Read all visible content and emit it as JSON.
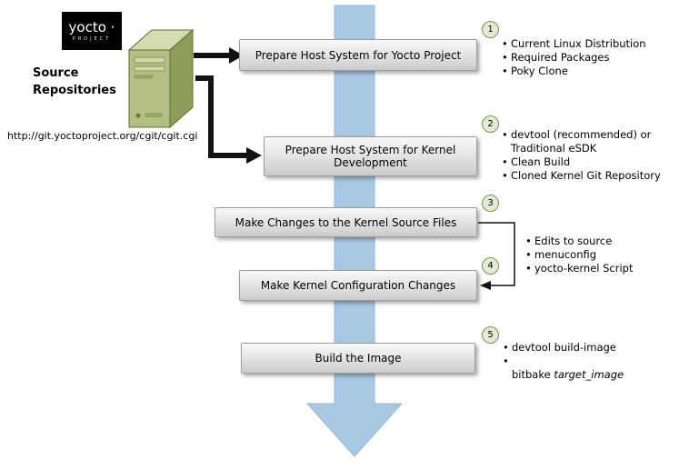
{
  "logo": {
    "brand": "yocto ·",
    "sub": "PROJECT"
  },
  "source": {
    "title": "Source Repositories",
    "url": "http://git.yoctoproject.org/cgit/cgit.cgi"
  },
  "steps": [
    {
      "num": "1",
      "box": "Prepare Host System for Yocto Project",
      "bullets": [
        "Current Linux Distribution",
        "Required Packages",
        "Poky Clone"
      ]
    },
    {
      "num": "2",
      "box": "Prepare Host System for Kernel Development",
      "bullets": [
        "devtool (recommended) or\nTraditional eSDK",
        "Clean Build",
        "Cloned Kernel Git Repository"
      ]
    },
    {
      "num": "3",
      "box": "Make Changes to the Kernel Source Files",
      "bullets": []
    },
    {
      "num": "4",
      "box": "Make Kernel Configuration Changes",
      "bullets": []
    },
    {
      "num": "5",
      "box": "Build the Image",
      "bullets": [
        "devtool build-image"
      ],
      "bullet2_prefix": "bitbake ",
      "bullet2_italic": "target_image"
    }
  ],
  "shared_bullets": [
    "Edits to source",
    "menuconfig",
    "yocto-kernel Script"
  ],
  "colors": {
    "flow_arrow": "#aac8e4",
    "flow_arrow_edge": "#94b6d8",
    "box_gradient_top": "#f9f9f9",
    "box_gradient_bottom": "#cbcbcb",
    "circle_fill": "#e4ebd5",
    "circle_border": "#7e9150",
    "connector": "#111111"
  }
}
